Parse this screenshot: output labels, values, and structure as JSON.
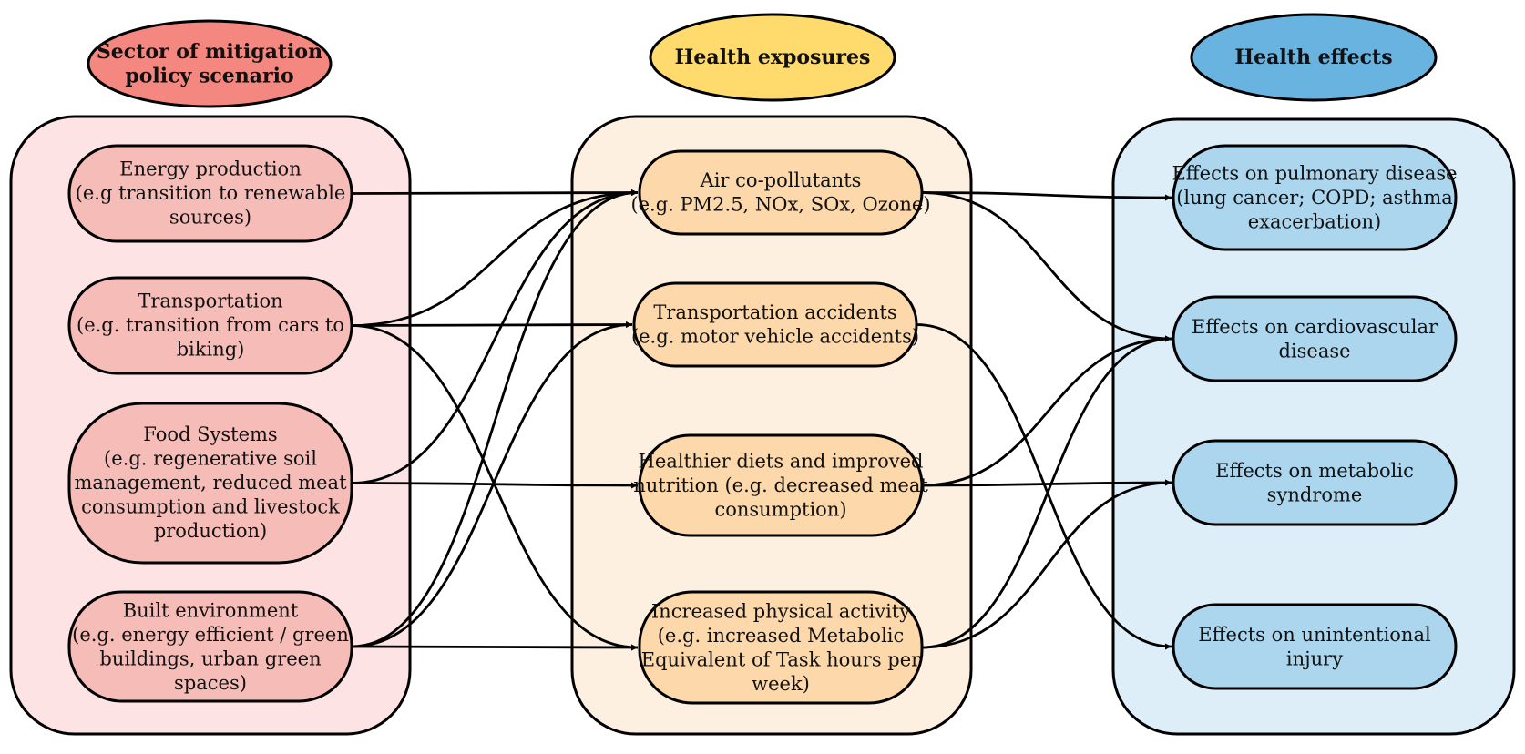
{
  "headers": {
    "sector": {
      "lines": [
        "Sector of mitigation",
        "policy scenario"
      ]
    },
    "exposures": {
      "lines": [
        "Health exposures"
      ]
    },
    "effects": {
      "lines": [
        "Health effects"
      ]
    }
  },
  "sectors": {
    "energy": {
      "lines": [
        "Energy production",
        "(e.g transition to renewable",
        "sources)"
      ]
    },
    "transport": {
      "lines": [
        "Transportation",
        "(e.g. transition from cars to",
        "biking)"
      ]
    },
    "food": {
      "lines": [
        "Food Systems",
        "(e.g.  regenerative soil",
        "management, reduced meat",
        "consumption and livestock",
        "production)"
      ]
    },
    "built": {
      "lines": [
        "Built environment",
        "(e.g. energy efficient / green",
        "buildings, urban green",
        "spaces)"
      ]
    }
  },
  "exposures": {
    "air": {
      "lines": [
        "Air co-pollutants",
        "(e.g. PM2.5, NOx, SOx, Ozone)"
      ]
    },
    "accidents": {
      "lines": [
        "Transportation accidents",
        "(e.g. motor vehicle accidents)"
      ]
    },
    "diet": {
      "lines": [
        "Healthier diets and improved",
        "nutrition (e.g. decreased meat",
        "consumption)"
      ]
    },
    "activity": {
      "lines": [
        "Increased physical activity",
        "(e.g. increased Metabolic",
        "Equivalent of Task hours per",
        "week)"
      ]
    }
  },
  "effects": {
    "pulmonary": {
      "lines": [
        "Effects on pulmonary disease",
        "(lung cancer; COPD; asthma",
        "exacerbation)"
      ]
    },
    "cardio": {
      "lines": [
        "Effects on cardiovascular",
        "disease"
      ]
    },
    "metabolic": {
      "lines": [
        "Effects on metabolic",
        "syndrome"
      ]
    },
    "injury": {
      "lines": [
        "Effects on unintentional",
        "injury"
      ]
    }
  },
  "colors": {
    "sector_header": "#f4877f",
    "sector_panel": "#fde3e3",
    "sector_node": "#f5bcb8",
    "exposure_header": "#fedb6c",
    "exposure_panel": "#fdf0e0",
    "exposure_node": "#fcd8aa",
    "effect_header": "#68b3df",
    "effect_panel": "#ddeef9",
    "effect_node": "#acd6ee",
    "line": "#000000"
  },
  "connections": [
    [
      "sector-energy",
      "exposure-air"
    ],
    [
      "sector-transport",
      "exposure-air"
    ],
    [
      "sector-transport",
      "exposure-accidents"
    ],
    [
      "sector-transport",
      "exposure-activity"
    ],
    [
      "sector-food",
      "exposure-air"
    ],
    [
      "sector-food",
      "exposure-diet"
    ],
    [
      "sector-built",
      "exposure-air"
    ],
    [
      "sector-built",
      "exposure-accidents"
    ],
    [
      "sector-built",
      "exposure-activity"
    ],
    [
      "exposure-air",
      "effect-pulmonary"
    ],
    [
      "exposure-air",
      "effect-cardio"
    ],
    [
      "exposure-accidents",
      "effect-injury"
    ],
    [
      "exposure-diet",
      "effect-cardio"
    ],
    [
      "exposure-diet",
      "effect-metabolic"
    ],
    [
      "exposure-activity",
      "effect-cardio"
    ],
    [
      "exposure-activity",
      "effect-metabolic"
    ]
  ]
}
